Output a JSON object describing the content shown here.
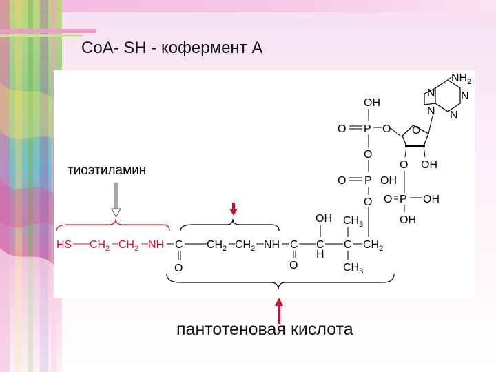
{
  "slide": {
    "title": "CoA- SH - кофермент А",
    "left_label": "тиоэтиламин",
    "bottom_label": "пантотеновая кислота"
  },
  "chem": {
    "HS": "HS",
    "CH2": "CH",
    "sub2": "2",
    "sub3": "3",
    "NH": "NH",
    "C": "C",
    "O": "O",
    "H": "H",
    "OH": "OH",
    "CH3": "CH",
    "P": "P",
    "N": "N",
    "NH2": "NH"
  },
  "colors": {
    "thio_red": "#e0102a",
    "arrow_red": "#c8102e",
    "ink": "#000000"
  }
}
